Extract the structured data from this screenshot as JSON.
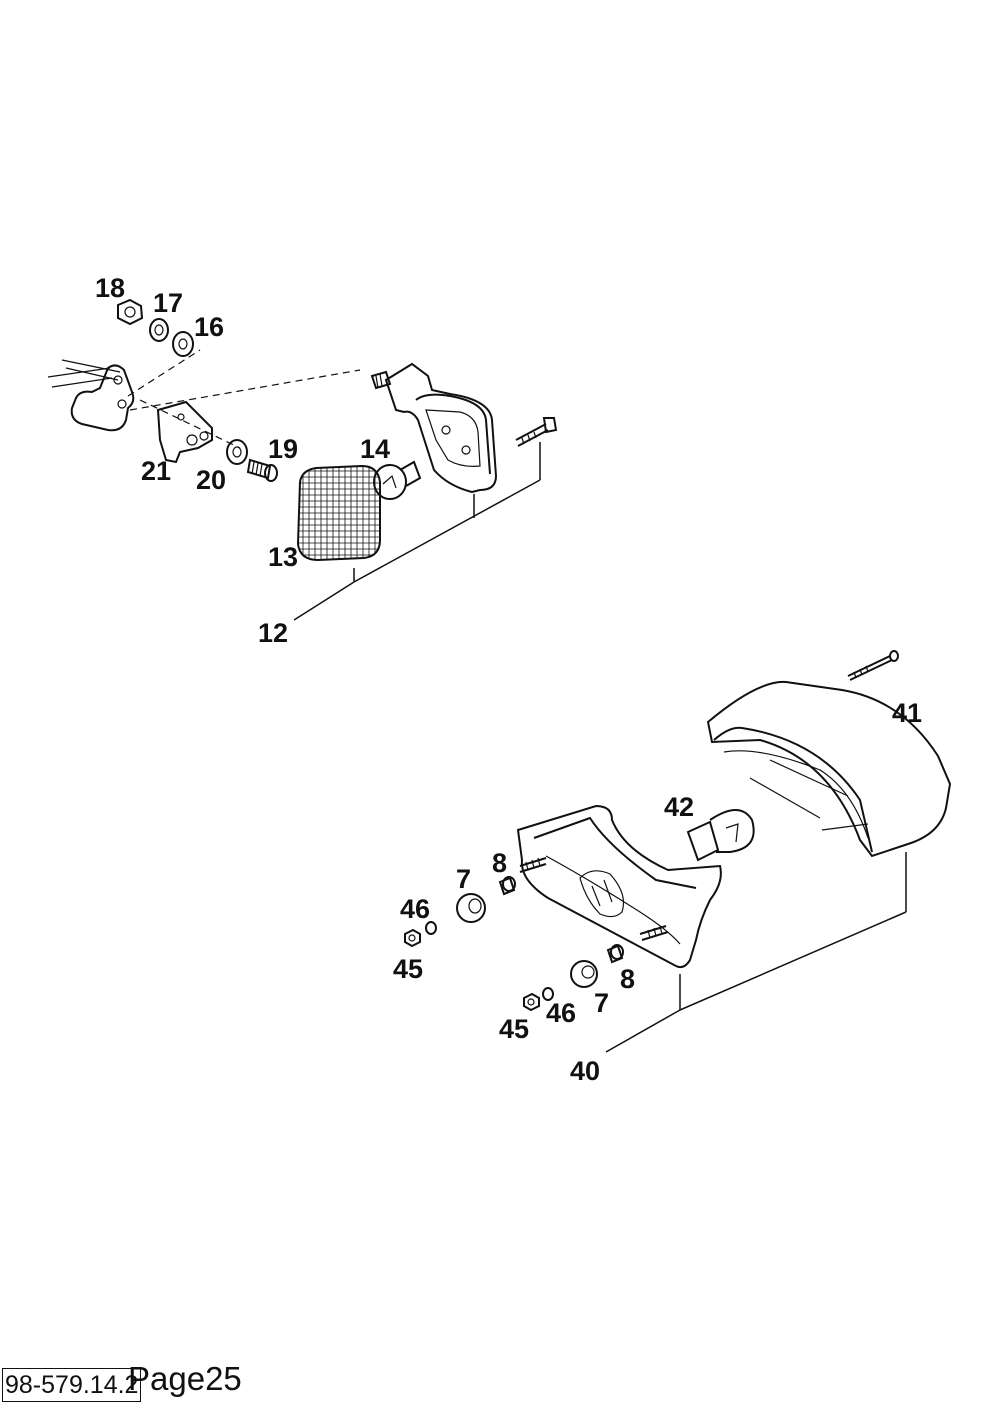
{
  "diagram": {
    "callouts": {
      "c18": "18",
      "c17": "17",
      "c16": "16",
      "c21": "21",
      "c20": "20",
      "c19": "19",
      "c14": "14",
      "c13": "13",
      "c12": "12",
      "c41": "41",
      "c42": "42",
      "c7a": "7",
      "c8a": "8",
      "c46a": "46",
      "c45a": "45",
      "c8b": "8",
      "c7b": "7",
      "c46b": "46",
      "c45b": "45",
      "c40": "40"
    }
  },
  "footer": {
    "drawing_code": "98-579.14.2",
    "page_label": "Page25"
  }
}
